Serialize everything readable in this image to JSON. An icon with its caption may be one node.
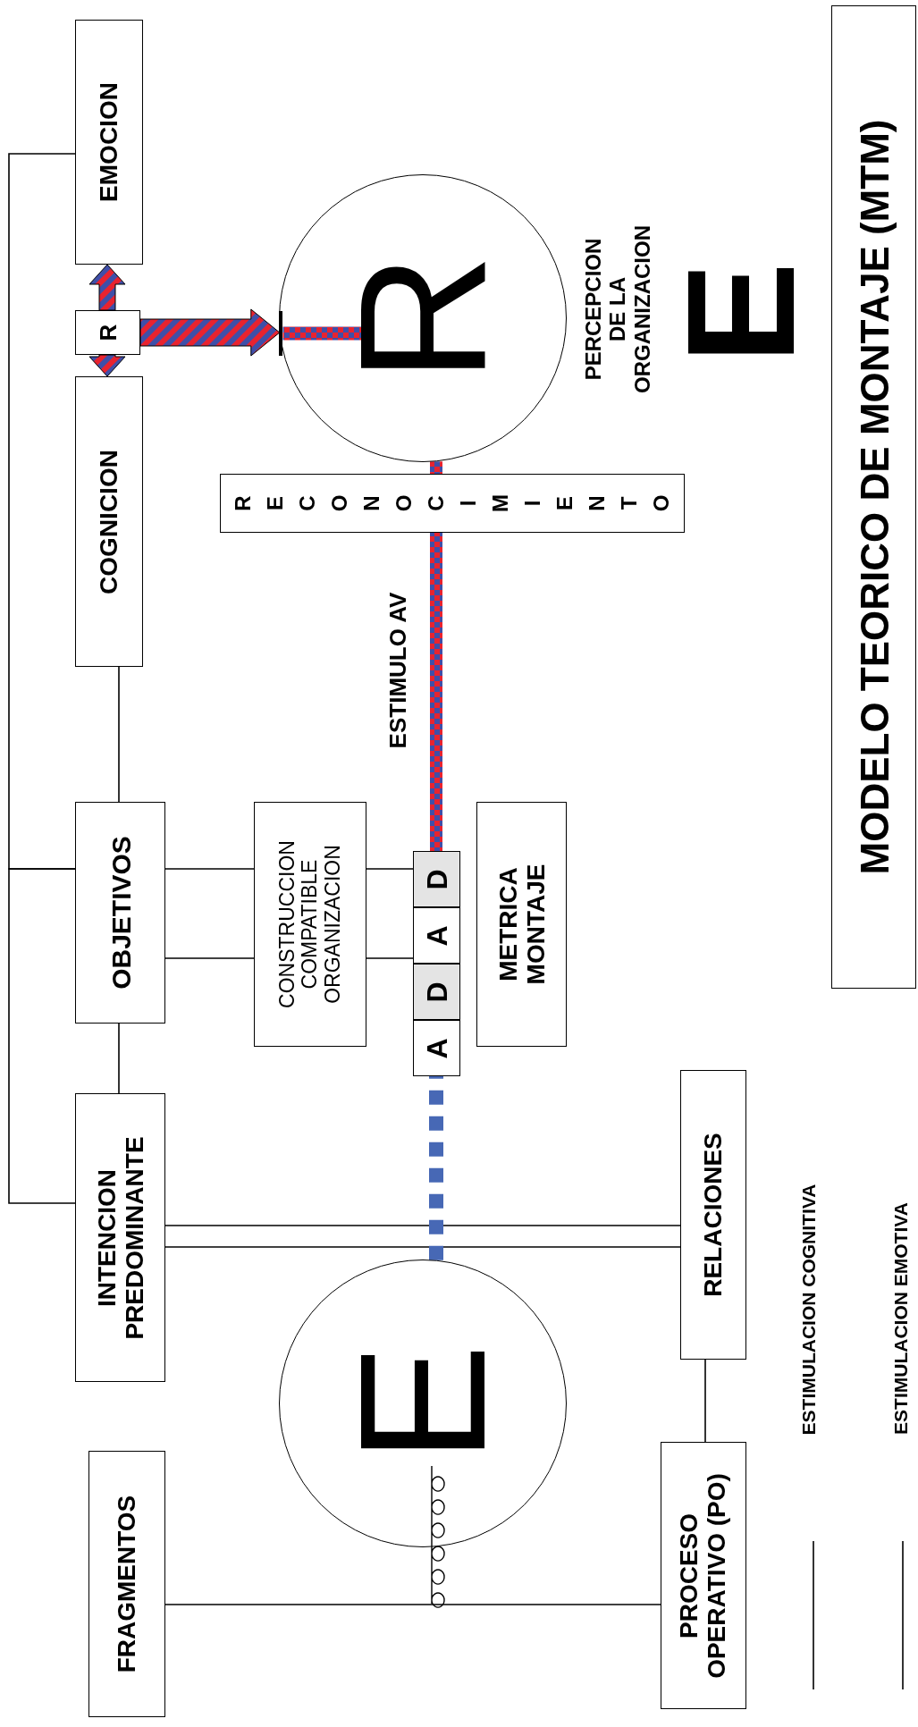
{
  "diagram": {
    "title": "MODELO TEORICO DE MONTAJE (MTM)",
    "nodes": [
      {
        "text": [
          "EMOCION"
        ]
      },
      {
        "text": [
          "R"
        ]
      },
      {
        "text": [
          "COGNICION"
        ]
      },
      {
        "text": [
          "R"
        ]
      },
      {
        "text": [
          "RECONOCIMIENTO"
        ]
      },
      {
        "text": [
          "OBJETIVOS"
        ]
      },
      {
        "text": [
          "CONSTRUCCION COMPATIBLE ORGANIZACION"
        ]
      },
      {
        "text": [
          "A"
        ]
      },
      {
        "text": [
          "D"
        ]
      },
      {
        "text": [
          "A"
        ]
      },
      {
        "text": [
          "D"
        ]
      },
      {
        "text": [
          "METRICA MONTAJE"
        ]
      },
      {
        "text": [
          "INTENCION PREDOMINANTE"
        ]
      },
      {
        "text": [
          "RELACIONES"
        ]
      },
      {
        "text": [
          "E"
        ]
      },
      {
        "text": [
          "FRAGMENTOS"
        ]
      },
      {
        "text": [
          "PROCESO OPERATIVO (PO)"
        ]
      }
    ],
    "edges": [
      {
        "from": 0,
        "to": 5,
        "arrow": "none"
      },
      {
        "from": 5,
        "to": 12,
        "arrow": "none"
      },
      {
        "from": 2,
        "to": 5,
        "arrow": "none"
      },
      {
        "from": 5,
        "to": 12,
        "arrow": "none"
      },
      {
        "from": 5,
        "to": 6,
        "arrow": "none"
      },
      {
        "from": 5,
        "to": 6,
        "arrow": "none"
      },
      {
        "from": 6,
        "to": 10,
        "arrow": "none"
      },
      {
        "from": 6,
        "to": 9,
        "arrow": "none"
      },
      {
        "from": 12,
        "to": 13,
        "arrow": "none"
      },
      {
        "from": 12,
        "to": 13,
        "arrow": "none"
      },
      {
        "from": 13,
        "to": 16,
        "arrow": "none"
      },
      {
        "from": 15,
        "to": 16,
        "arrow": "none"
      },
      {
        "from": 14,
        "to": 7,
        "arrow": "none",
        "style": "dashed",
        "color": "#4768b5"
      },
      {
        "from": 10,
        "to": 4,
        "arrow": "none",
        "style": "thick",
        "color": "#e8232f"
      },
      {
        "from": 4,
        "to": 3,
        "arrow": "none",
        "style": "thick",
        "color": "#e8232f"
      },
      {
        "from": 1,
        "to": 3,
        "arrow": "to",
        "style": "thick",
        "color": "#e8232f"
      },
      {
        "from": 1,
        "to": 0,
        "arrow": "to",
        "style": "thick",
        "color": "#e8232f"
      },
      {
        "from": 1,
        "to": 2,
        "arrow": "to",
        "style": "thick",
        "color": "#e8232f"
      },
      {
        "from": 14,
        "to": null,
        "arrow": "none"
      }
    ],
    "labels": [
      "ESTIMULO AV",
      "PERCEPCION DE LA ORGANIZACION",
      "E"
    ],
    "legend": [
      {
        "text": "ESTIMULACION COGNITIVA"
      },
      {
        "text": "ESTIMULACION EMOTIVA"
      }
    ]
  }
}
